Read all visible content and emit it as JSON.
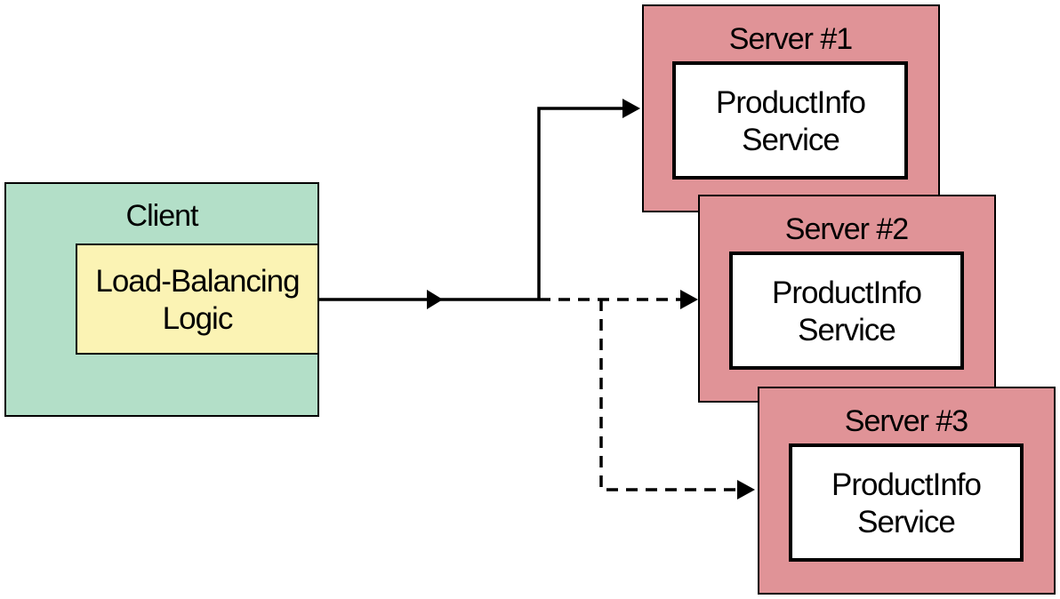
{
  "client": {
    "title": "Client",
    "logic_line1": "Load-Balancing",
    "logic_line2": "Logic"
  },
  "servers": [
    {
      "title": "Server #1",
      "service_line1": "ProductInfo",
      "service_line2": "Service"
    },
    {
      "title": "Server #2",
      "service_line1": "ProductInfo",
      "service_line2": "Service"
    },
    {
      "title": "Server #3",
      "service_line1": "ProductInfo",
      "service_line2": "Service"
    }
  ],
  "colors": {
    "client_fill": "#b3dfc8",
    "logic_fill": "#fbf3b4",
    "server_fill": "#e09397",
    "service_fill": "#ffffff",
    "stroke": "#000000"
  }
}
